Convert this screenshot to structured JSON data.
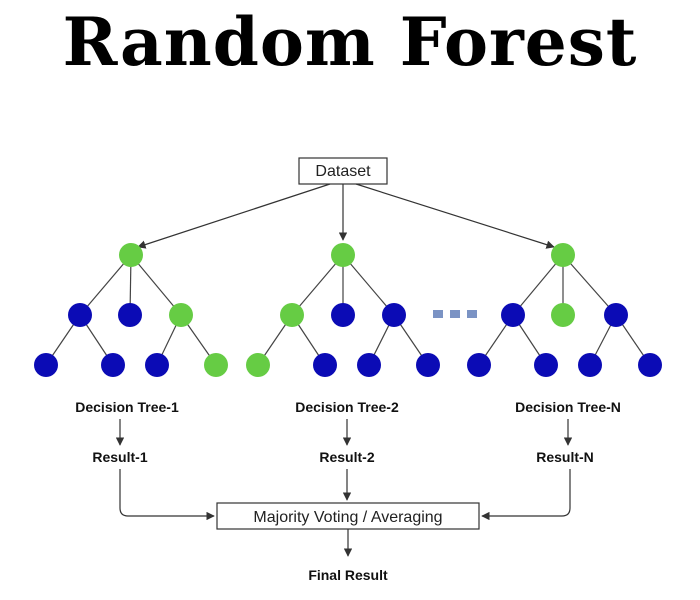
{
  "title": "Random Forest",
  "dataset_label": "Dataset",
  "trees": [
    {
      "label": "Decision Tree-1",
      "result": "Result-1"
    },
    {
      "label": "Decision Tree-2",
      "result": "Result-2"
    },
    {
      "label": "Decision Tree-N",
      "result": "Result-N"
    }
  ],
  "aggregator_label": "Majority Voting / Averaging",
  "final_label": "Final Result",
  "colors": {
    "green_node": "#66cc44",
    "blue_node": "#0b0bb5",
    "edge": "#444444",
    "ellipsis": "#7b93c4"
  }
}
